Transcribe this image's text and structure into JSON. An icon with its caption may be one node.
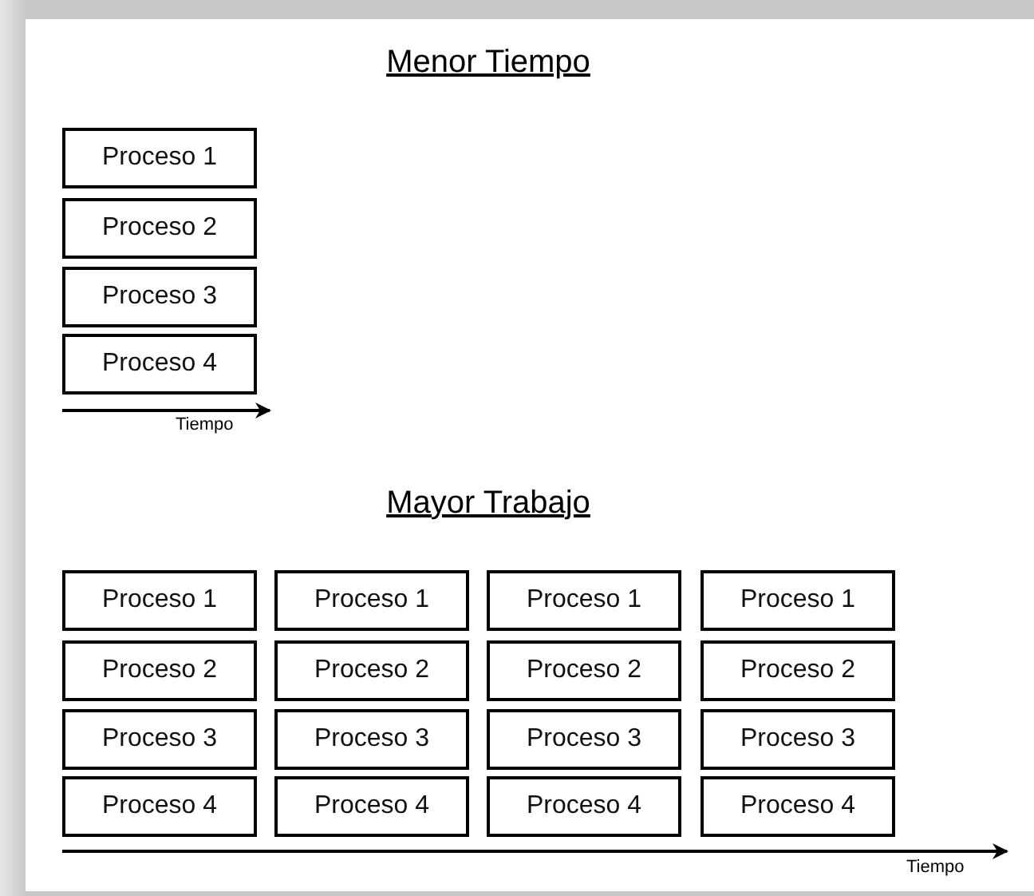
{
  "diagram": {
    "nodes": [
      {
        "text": [
          "Proceso 1"
        ]
      },
      {
        "text": [
          "Proceso 2"
        ]
      },
      {
        "text": [
          "Proceso 3"
        ]
      },
      {
        "text": [
          "Proceso 4"
        ]
      },
      {
        "text": [
          "Proceso 1"
        ]
      },
      {
        "text": [
          "Proceso 1"
        ]
      },
      {
        "text": [
          "Proceso 1"
        ]
      },
      {
        "text": [
          "Proceso 1"
        ]
      },
      {
        "text": [
          "Proceso 2"
        ]
      },
      {
        "text": [
          "Proceso 2"
        ]
      },
      {
        "text": [
          "Proceso 2"
        ]
      },
      {
        "text": [
          "Proceso 2"
        ]
      },
      {
        "text": [
          "Proceso 3"
        ]
      },
      {
        "text": [
          "Proceso 3"
        ]
      },
      {
        "text": [
          "Proceso 3"
        ]
      },
      {
        "text": [
          "Proceso 3"
        ]
      },
      {
        "text": [
          "Proceso 4"
        ]
      },
      {
        "text": [
          "Proceso 4"
        ]
      },
      {
        "text": [
          "Proceso 4"
        ]
      },
      {
        "text": [
          "Proceso 4"
        ]
      }
    ],
    "labels": [
      "Menor Tiempo",
      "Tiempo",
      "Mayor Trabajo",
      "Tiempo"
    ]
  }
}
